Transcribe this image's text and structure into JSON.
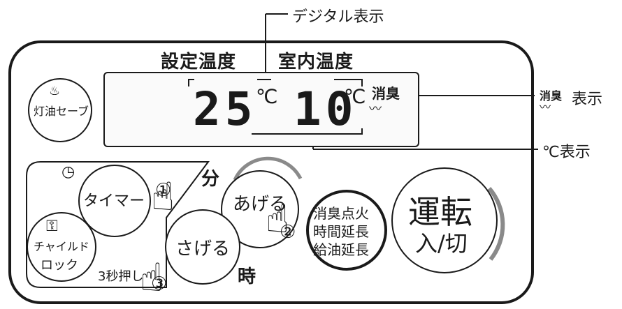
{
  "header": {
    "set_temp_label": "設定温度",
    "room_temp_label": "室内温度"
  },
  "display": {
    "set_temperature": "25",
    "room_temperature": "10",
    "unit": "℃",
    "deodor_label": "消臭"
  },
  "callouts": {
    "digital": "デジタル表示",
    "deodor_suffix": "表示",
    "deodor_prefix": "消臭",
    "celsius": "℃表示"
  },
  "buttons": {
    "oil_save_line1": "灯油セーブ",
    "timer": "タイマー",
    "up": "あげる",
    "down": "さげる",
    "minute": "分",
    "hour": "時",
    "ignite_line1": "消臭点火",
    "ignite_line2": "時間延長",
    "ignite_line3": "給油延長",
    "run_line1": "運転",
    "run_line2": "入/切",
    "child_lock_line1": "チャイルド",
    "child_lock_line2": "ロック",
    "hold_3s": "3秒押し"
  },
  "steps": [
    "①",
    "②",
    "③"
  ],
  "colors": {
    "ink": "#1a1a1a",
    "arc": "#8a8a8a"
  }
}
